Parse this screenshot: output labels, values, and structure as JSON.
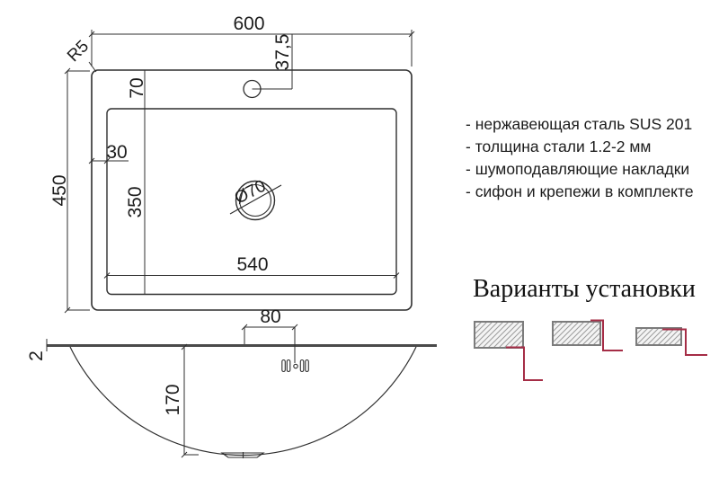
{
  "drawing": {
    "top_view": {
      "width": "600",
      "height": "450",
      "corner_radius": "R5",
      "faucet_offset": "37,5",
      "deck_width": "70",
      "side_margin": "30",
      "bowl_depth_dim": "350",
      "bowl_width_dim": "540",
      "drain_diameter": "Ø70"
    },
    "side_view": {
      "steel_thickness": "2",
      "bowl_depth": "170",
      "faucet_distance": "80"
    }
  },
  "specs": {
    "items": [
      "- нержавеющая сталь SUS 201",
      "- толщина стали 1.2-2 мм",
      "- шумоподавляющие накладки",
      "- сифон и крепежи в комплекте"
    ]
  },
  "installation": {
    "title": "Варианты установки",
    "variants": [
      "undermount",
      "flush-mount",
      "overmount"
    ]
  },
  "colors": {
    "line": "#2f2f2f",
    "rim": "#4a4a4a",
    "red": "#a52d46",
    "hatch_border": "#7c7c7c"
  }
}
